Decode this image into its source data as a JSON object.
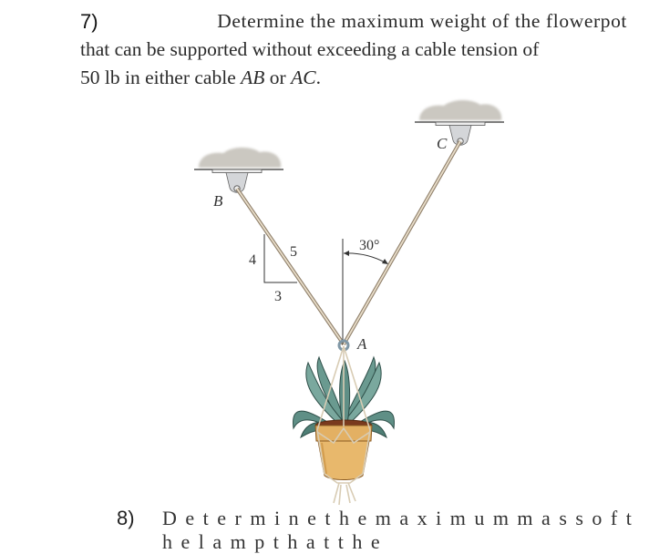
{
  "problem": {
    "number": "7)",
    "line1_rest": "Determine the maximum weight of the flowerpot",
    "line2": "that can be supported without exceeding a cable tension of",
    "line3_prefix": "50 lb in either cable ",
    "cable1": "AB",
    "or": " or ",
    "cable2": "AC",
    "period": "."
  },
  "figure": {
    "label_B": "B",
    "label_C": "C",
    "label_A": "A",
    "slope_vertical": "4",
    "slope_horizontal": "3",
    "slope_hypotenuse": "5",
    "angle_label": "30°",
    "colors": {
      "cable": "#b9a68c",
      "concrete": "#c9c6bf",
      "bracket": "#d3d6da",
      "leaf": "#5f8f86",
      "leaf_dark": "#2e4e48",
      "pot": "#e3b063",
      "pot_dark": "#c48a3a",
      "soil": "#7a3a1e"
    }
  },
  "next_problem": {
    "number": "8)",
    "partial_text": "D e t e r m i n e   t h e   m a x i m u m   m a s s   o f   t h e   l a m p   t h a t   t h e"
  }
}
